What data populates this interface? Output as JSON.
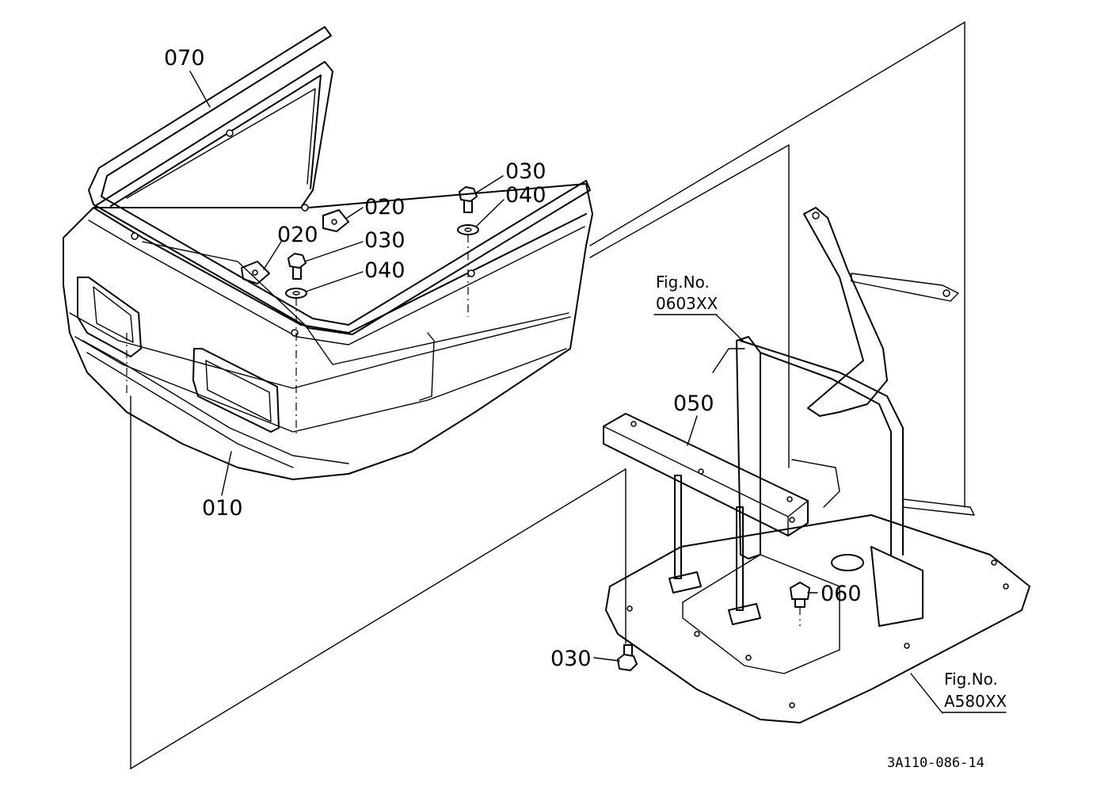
{
  "labels": {
    "p070": "070",
    "p020a": "020",
    "p020b": "020",
    "p030a": "030",
    "p030b": "030",
    "p030c": "030",
    "p040a": "040",
    "p040b": "040",
    "p010": "010",
    "p050": "050",
    "p060": "060"
  },
  "references": {
    "ref1_title": "Fig.No.",
    "ref1_code": "0603XX",
    "ref2_title": "Fig.No.",
    "ref2_code": "A580XX"
  },
  "drawing_code": "3A110-086-14"
}
